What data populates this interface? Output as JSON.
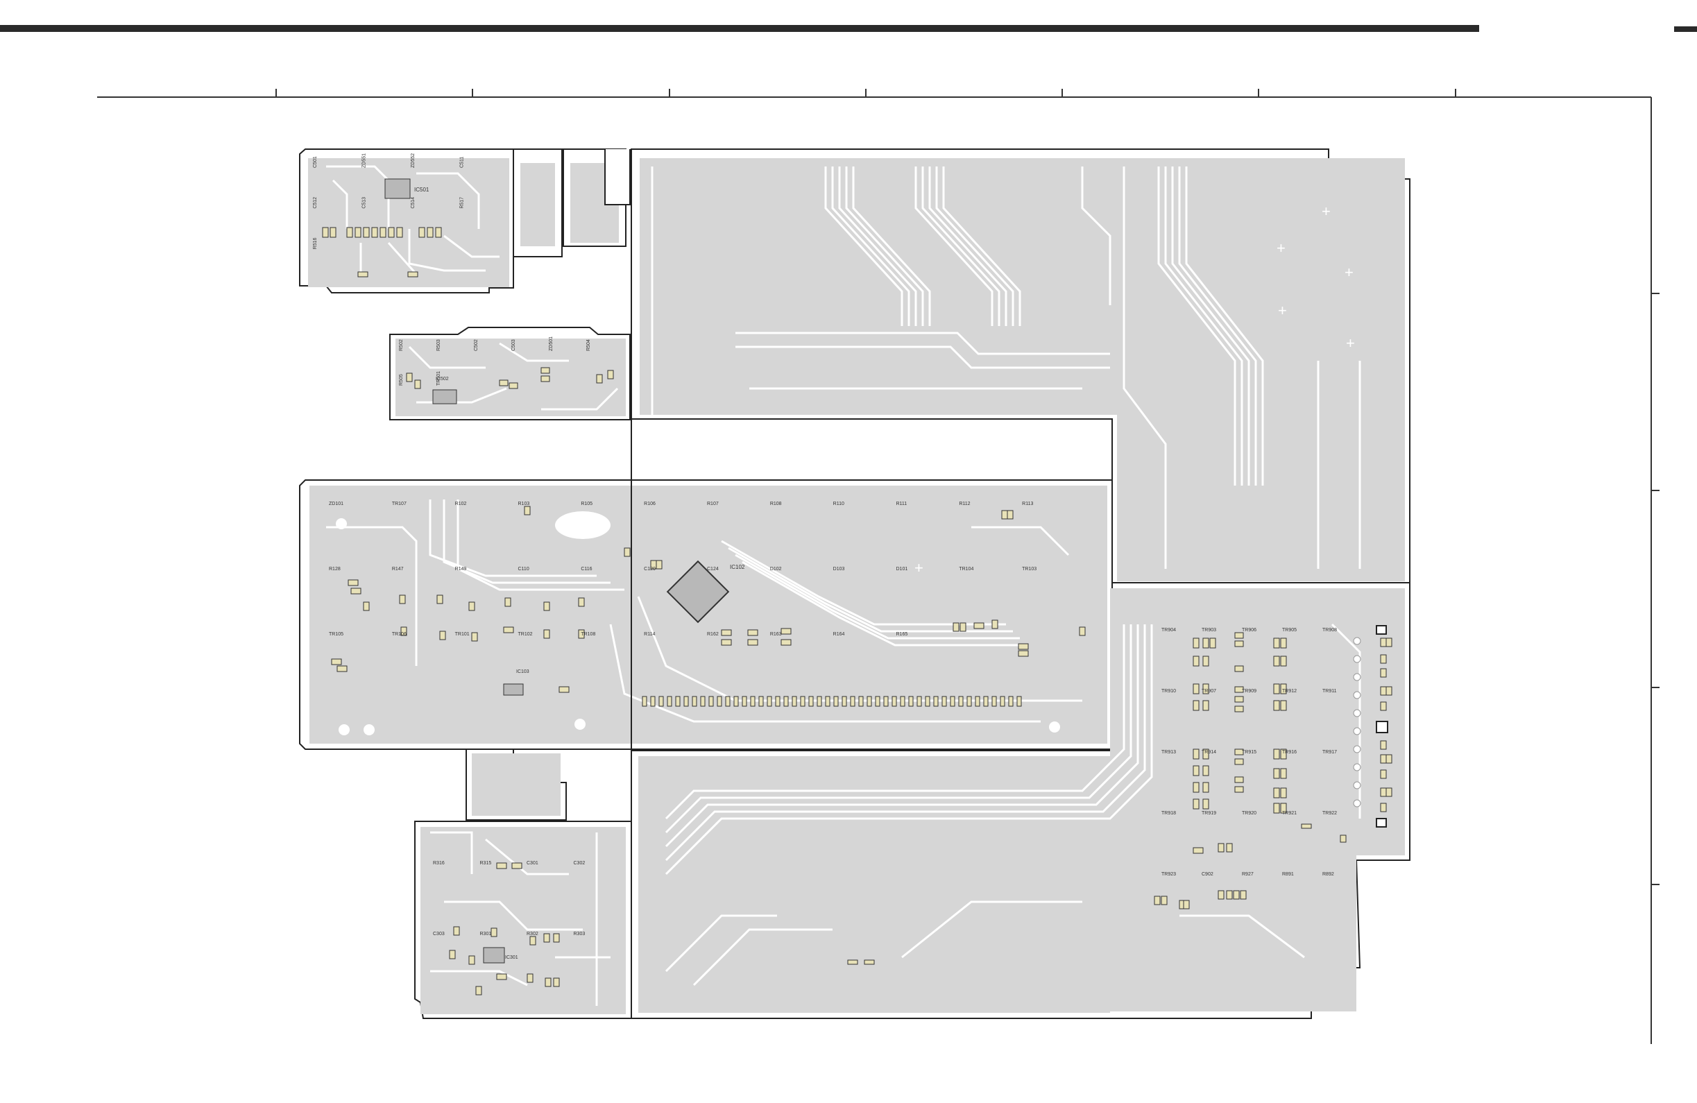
{
  "colors": {
    "background": "#ffffff",
    "board": "#d6d6d6",
    "trace": "#ffffff",
    "outline": "#222222",
    "pad": "#e8e2b8",
    "label": "#333333"
  },
  "boards": {
    "top_left": {
      "ic": "IC501",
      "parts": [
        "C501",
        "ZD551",
        "ZD552",
        "C511",
        "C512",
        "C513",
        "C514",
        "R517",
        "R516"
      ]
    },
    "mid_left": {
      "ic": "IC502",
      "parts": [
        "R502",
        "R503",
        "C502",
        "C503",
        "ZD501",
        "R504",
        "R505",
        "TR501"
      ]
    },
    "main": {
      "ic_cpu": "IC102",
      "ic_small": "IC103",
      "parts": [
        "ZD101",
        "TR107",
        "R102",
        "R103",
        "R105",
        "R106",
        "R107",
        "R108",
        "R110",
        "R111",
        "R112",
        "R113",
        "R128",
        "R147",
        "R149",
        "C110",
        "C116",
        "C120",
        "C124",
        "D102",
        "D103",
        "D101",
        "TR104",
        "TR103",
        "TR105",
        "TR106",
        "TR101",
        "TR102",
        "TR108",
        "R114",
        "R162",
        "R163",
        "R164",
        "R165"
      ]
    },
    "bottom_left": {
      "ic": "IC301",
      "parts": [
        "R316",
        "R315",
        "C301",
        "C302",
        "C303",
        "R301",
        "R302",
        "R303"
      ]
    },
    "right": {
      "parts": [
        "TR904",
        "TR903",
        "TR906",
        "TR905",
        "TR908",
        "TR910",
        "TR907",
        "TR909",
        "TR912",
        "TR911",
        "TR913",
        "TR914",
        "TR915",
        "TR916",
        "TR917",
        "TR918",
        "TR919",
        "TR920",
        "TR921",
        "TR922",
        "TR923",
        "C902",
        "R927",
        "R891",
        "R892"
      ]
    }
  }
}
